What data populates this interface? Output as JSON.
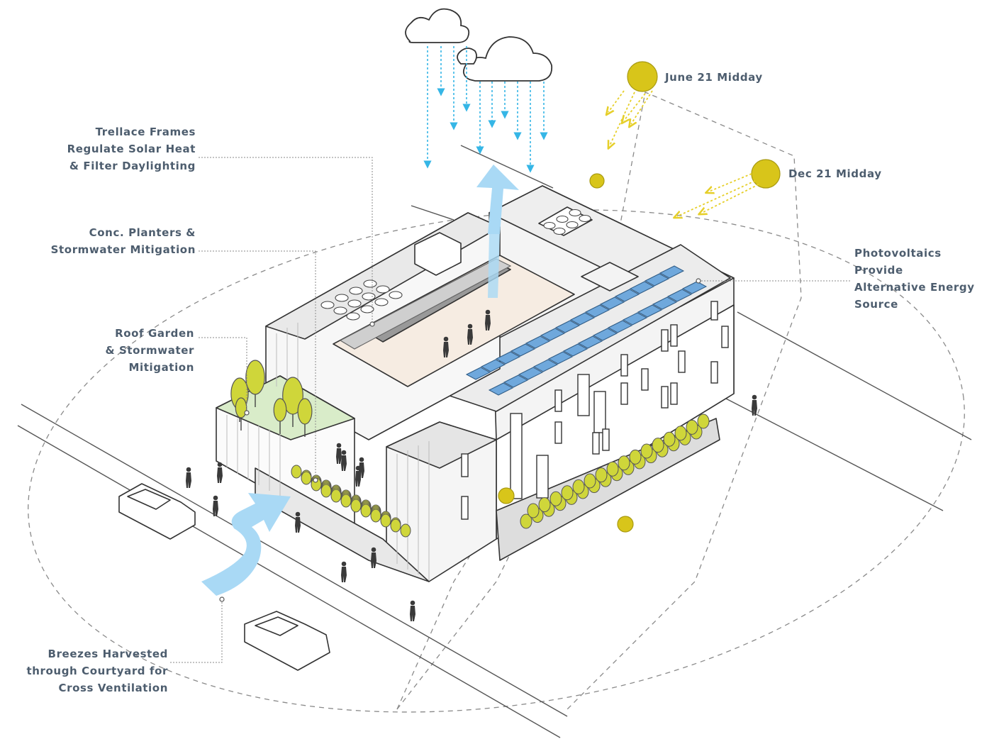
{
  "labels": {
    "june": "June 21 Midday",
    "dec": "Dec 21 Midday",
    "trellace": [
      "Trellace Frames",
      "Regulate Solar Heat",
      "& Filter Daylighting"
    ],
    "planters": [
      "Conc. Planters &",
      "Stormwater Mitigation"
    ],
    "garden": [
      "Roof Garden",
      "& Stormwater",
      "Mitigation"
    ],
    "pv": [
      "Photovoltaics",
      "Provide",
      "Alternative Energy",
      "Source"
    ],
    "breeze": [
      "Breezes Harvested",
      "through Courtyard for",
      "Cross Ventilation"
    ]
  },
  "colors": {
    "label_text": "#4d5d6e",
    "rain": "#35b6e6",
    "sun": "#d8c51a",
    "sun_rays": "#e6cf2a",
    "airflow": "#a9d9f5",
    "solar_panel": "#6fa8dc",
    "tree": "#cfd63a",
    "roof_garden": "#d9ecc9",
    "linework": "#333333"
  },
  "icons": [
    "cloud-icon",
    "sun-icon",
    "car-icon",
    "person-icon",
    "tree-icon",
    "solar-panel-icon",
    "airflow-arrow-icon"
  ]
}
